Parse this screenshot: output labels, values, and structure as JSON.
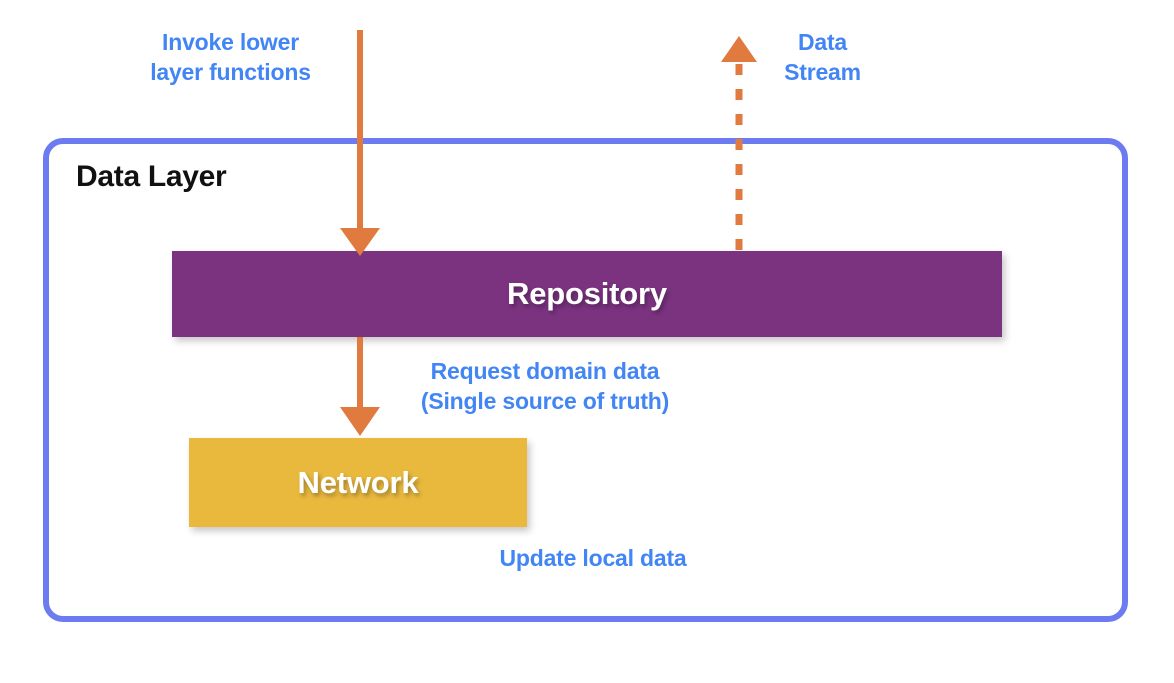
{
  "diagram": {
    "title": "Data Layer",
    "colors": {
      "annotation_blue": "#4285F4",
      "container_border": "#6C7BF0",
      "arrow_orange": "#E07A3F",
      "repository_purple": "#7B3380",
      "network_yellow": "#E9B93E",
      "title_black": "#111111",
      "background": "#FFFFFF"
    },
    "annotations": [
      {
        "id": "invoke",
        "text": "Invoke lower\nlayer functions"
      },
      {
        "id": "stream",
        "text": "Data\nStream"
      },
      {
        "id": "request",
        "text": "Request domain data\n(Single source of truth)"
      },
      {
        "id": "update",
        "text": "Update local data"
      }
    ],
    "blocks": [
      {
        "id": "repository",
        "label": "Repository",
        "color": "#7B3380"
      },
      {
        "id": "network",
        "label": "Network",
        "color": "#E9B93E"
      }
    ],
    "arrows": [
      {
        "id": "invoke-arrow",
        "style": "solid",
        "direction": "down",
        "from": "outside-top",
        "to": "repository"
      },
      {
        "id": "data-stream-arrow",
        "style": "dashed",
        "direction": "up",
        "from": "repository",
        "to": "outside-top"
      },
      {
        "id": "request-arrow",
        "style": "solid",
        "direction": "down",
        "from": "repository",
        "to": "network"
      }
    ]
  }
}
